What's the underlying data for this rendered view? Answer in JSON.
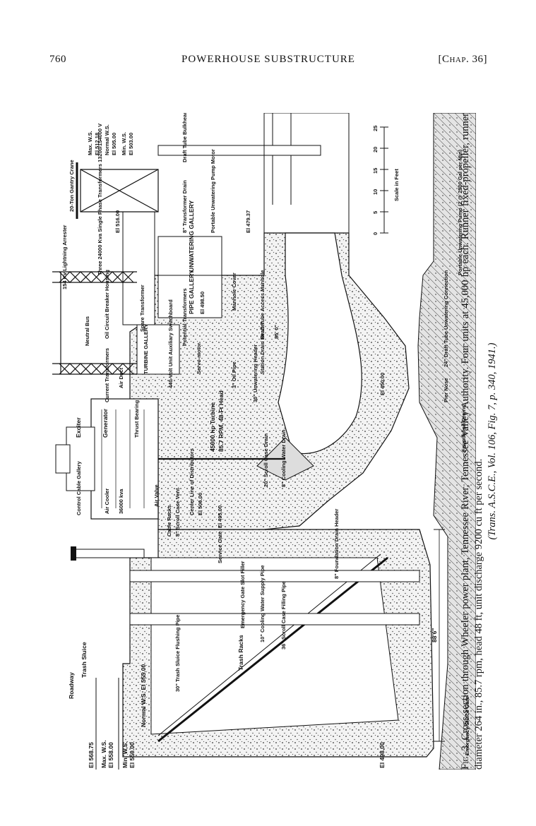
{
  "header": {
    "page_number": "760",
    "running_title": "POWERHOUSE SUBSTRUCTURE",
    "chapter_ref": "[Chap. 36]"
  },
  "figure": {
    "elevations": {
      "el_568": "El 568.75",
      "max_ws_left": "Max. W.S.",
      "max_ws_left_val": "El 558.00",
      "min_ws_left": "Min. W.S.",
      "min_ws_left_val": "El 550.00",
      "el_498": "El 498.00",
      "normal_ws": "Normal W.S. El 555.00",
      "max_ws_right": "Max. W.S.",
      "max_ws_right_val": "El 512.18",
      "normal_ws_right": "Normal W.S.",
      "normal_ws_right_val": "El 505.00",
      "min_ws_right": "Min. W.S.",
      "min_ws_right_val": "El 503.00",
      "el_516": "El 516.00",
      "el_498_50": "El 498.50",
      "el_479": "El 479.37",
      "el_450": "El 450.00",
      "el_506": "El 506.00",
      "el_495": "El 495.00"
    },
    "labels": {
      "roadway": "Roadway",
      "trash_sluice": "Trash Sluice",
      "trash_sluice_pipe": "30\" Trash Sluice Flushing Pipe",
      "trash_racks": "Trash Racks",
      "emergency_sluice_gate": "Emergency Sluice Gate",
      "emergency_gate_slot": "Emergency Gate Slot Filler",
      "cooling_water_supply": "10\" Cooling Water Supply Pipe",
      "scroll_case_filling": "36\" Scroll Case Filling Pipe",
      "dimension": "88'6\"",
      "foundation_drain_header": "8\" Foundation Drain Header",
      "service_gate": "Service Gate",
      "cable_racks": "Cable Racks",
      "scroll_case_vent": "8\" Scroll Case Vent",
      "control_cable_gallery": "Control Cable Gallery",
      "air_cooler": "Air Cooler",
      "kva": "36000 kva",
      "exciter": "Exciter",
      "generator": "Generator",
      "thrust_bearing": "Thrust Bearing",
      "air_valve": "Air Valve",
      "center_distributor": "Center Line of Distributors",
      "turbine_hp": "45000 hp Turbine",
      "turbine_rpm": "85.7 RPM, 48-Ft Head",
      "scroll_case_drain": "20\" Scroll Case Drain",
      "cooling_water_drain": "8\" Cooling Water Drain",
      "pier_nose": "Pier Nose",
      "current_transformers": "Current Transformers",
      "air_duct": "Air Duct",
      "turbine_gallery": "TURBINE GALLERY",
      "auxiliary_switchboard": "440-Volt Unit Auxiliary Switchboard",
      "servo_motor": "Servo-motor",
      "potential_transformers": "Potential Transformers",
      "oil_pipe": "3\" Oil Pipe",
      "unwatering_header": "30\" Unwatering Header",
      "station_drain_header": "Station Drain Header",
      "draft_tube_connection": "24\" Draft Tube Unwatering Connection",
      "foundation_drains": "Foundation Drains",
      "neutral_bus": "Neutral Bus",
      "oil_breaker": "Oil Circuit Breaker Housing",
      "spare_transformer": "Spare Transformer",
      "pipe_gallery": "PIPE GALLERY",
      "unwatering_gallery": "UNWATERING GALLERY",
      "manhole_cover": "Manhole Cover",
      "draft_tube_manhole": "Draft Tube Access Manhole",
      "tube_dim": "85' 0\"",
      "lightning_arrester": "154 Kv Lightning Arrester",
      "transformers": "Three 24000 Kva Single Phase Transformers 13200/154000 V",
      "transformer_drain": "8\" Transformer Drain",
      "portable_motor": "Portable Unwatering Pump Motor",
      "portable_pump": "Portable Unwatering Pump (2 @ 2500 Gal per Min)",
      "gantry_crane": "20-Ton Gantry Crane",
      "bulkhead_gate": "Draft Tube Bulkhead Gate",
      "scale": "Scale in Feet",
      "scale_ticks": [
        "0",
        "5",
        "10",
        "15",
        "20",
        "25"
      ]
    }
  },
  "caption": {
    "fig_label": "Fig. 3.",
    "text": "Cross-section through Wheeler power plant, Tennessee River, Tennessee Valley Authority. Four units at 45,000 hp each. Runner fixed-propeller, runner diameter 264 in., 85.7 rpm, head 48 ft, unit discharge 9200 cu ft per second.",
    "reference": "(Trans. A.S.C.E., Vol. 106, Fig. 7, p. 340, 1941.)"
  }
}
